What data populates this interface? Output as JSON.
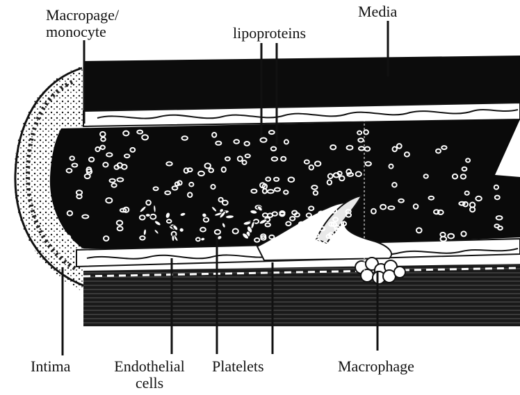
{
  "labels": {
    "macrophage_monocyte": {
      "line1": "Macropage/",
      "line2": "monocyte"
    },
    "lipoproteins": "lipoproteins",
    "media": "Media",
    "intima": "Intima",
    "endothelial": {
      "line1": "Endothelial",
      "line2": "cells"
    },
    "platelets": "Platelets",
    "macrophage": "Macrophage"
  }
}
